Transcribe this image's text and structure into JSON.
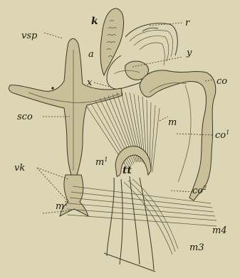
{
  "labels": {
    "k": "k",
    "r": "r",
    "a": "a",
    "y": "y",
    "vsp": "vsp",
    "x": "x",
    "co": "co",
    "sco": "sco",
    "co1": "co",
    "co1_sup": "1",
    "m": "m",
    "tt": "tt",
    "m1": "m",
    "m1_sup": "1",
    "vk": "vk",
    "co2": "co",
    "co2_sup": "2",
    "m2": "m",
    "m2_sup": "2",
    "m4": "m4",
    "m3": "m3"
  },
  "colors": {
    "paper": "#ddd6b4",
    "ink": "#3b372a",
    "tissue": "#c9c09a"
  }
}
